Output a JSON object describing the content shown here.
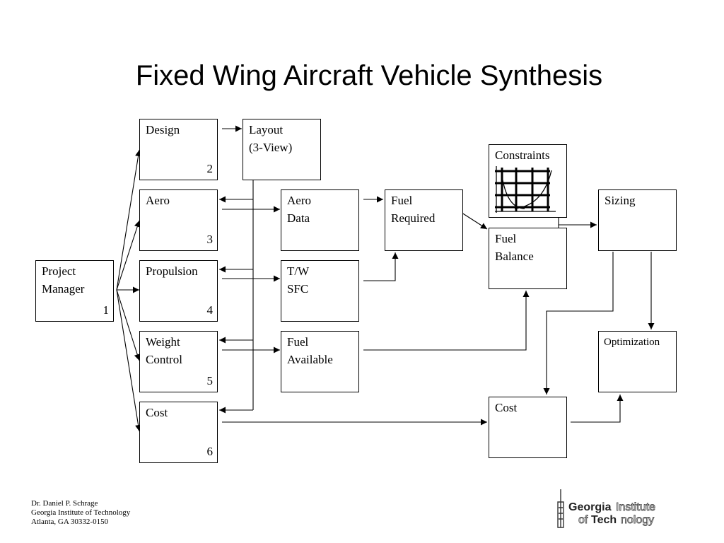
{
  "title": "Fixed Wing Aircraft Vehicle Synthesis",
  "boxes": {
    "project_manager": {
      "label": "Project\nManager",
      "num": "1"
    },
    "design": {
      "label": "Design",
      "num": "2"
    },
    "aero": {
      "label": "Aero",
      "num": "3"
    },
    "propulsion": {
      "label": "Propulsion",
      "num": "4"
    },
    "weight_control": {
      "label": "Weight\nControl",
      "num": "5"
    },
    "cost_left": {
      "label": "Cost",
      "num": "6"
    },
    "layout": {
      "label": "Layout\n(3-View)"
    },
    "aero_data": {
      "label": "Aero\nData"
    },
    "tw_sfc": {
      "label": "T/W\nSFC"
    },
    "fuel_available": {
      "label": "Fuel\nAvailable"
    },
    "fuel_required": {
      "label": "Fuel\nRequired"
    },
    "constraints": {
      "label": "Constraints"
    },
    "fuel_balance": {
      "label": "Fuel\nBalance"
    },
    "sizing": {
      "label": "Sizing"
    },
    "optimization": {
      "label": "Optimization"
    },
    "cost_right": {
      "label": "Cost"
    }
  },
  "footer": {
    "line1": "Dr. Daniel P. Schrage",
    "line2": "Georgia Institute of Technology",
    "line3": "Atlanta, GA  30332-0150"
  },
  "logo": {
    "georgia": "Georgia",
    "institute": "Institute",
    "of": "of",
    "tech": "Tech",
    "nology": "nology"
  }
}
